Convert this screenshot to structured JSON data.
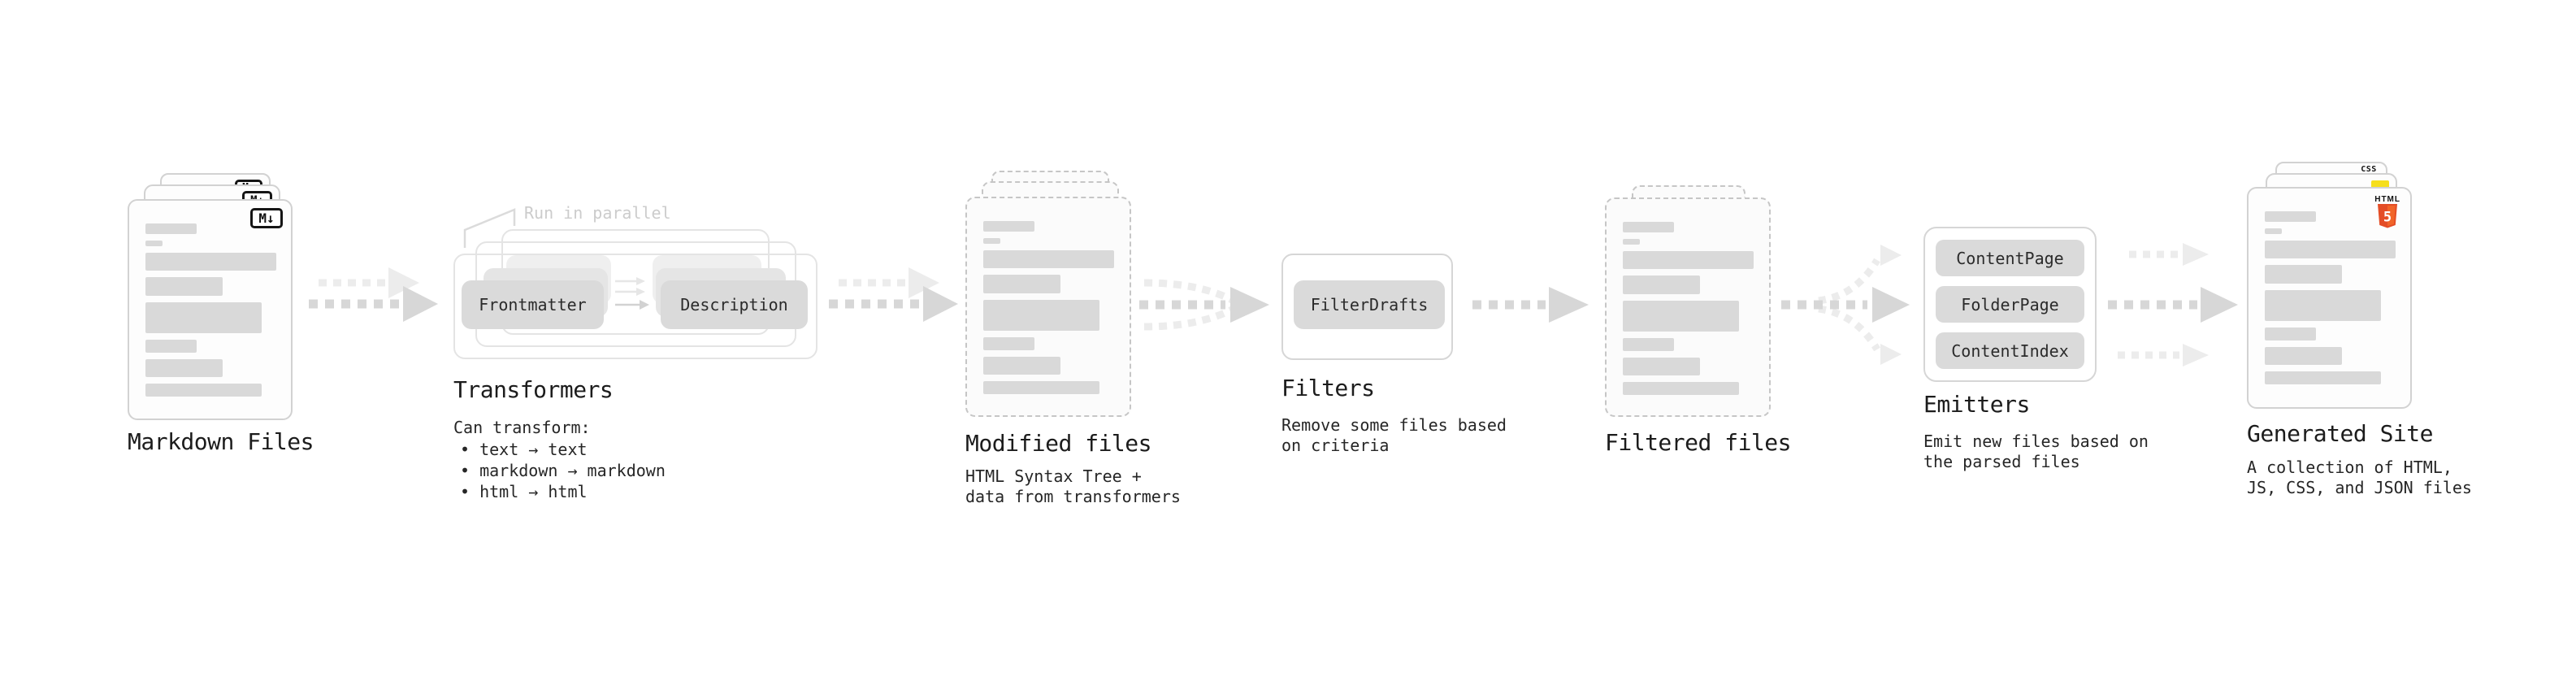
{
  "stages": {
    "markdown": {
      "label": "Markdown Files",
      "badge": "M↓"
    },
    "transformers": {
      "label": "Transformers",
      "annotation": "Run in parallel",
      "pills": [
        "Frontmatter",
        "Description"
      ],
      "desc": "Can transform:",
      "bullets": [
        "• text → text",
        "• markdown → markdown",
        "• html → html"
      ]
    },
    "modified": {
      "label": "Modified files",
      "desc_lines": [
        "HTML Syntax Tree +",
        "data from transformers"
      ]
    },
    "filters": {
      "label": "Filters",
      "pills": [
        "FilterDrafts"
      ],
      "desc_lines": [
        "Remove some files based",
        "on criteria"
      ]
    },
    "filtered": {
      "label": "Filtered files"
    },
    "emitters": {
      "label": "Emitters",
      "pills": [
        "ContentPage",
        "FolderPage",
        "ContentIndex"
      ],
      "desc_lines": [
        "Emit new files based on",
        "the parsed files"
      ]
    },
    "generated": {
      "label": "Generated Site",
      "desc_lines": [
        "A collection of HTML,",
        "JS, CSS, and JSON files"
      ],
      "badges": {
        "html_text": "HTML",
        "html_number": "5",
        "css_text": "CSS"
      }
    }
  },
  "doc_bars": [
    {
      "w": 63,
      "h": 13
    },
    {
      "w": 21,
      "h": 7
    },
    {
      "w": 161,
      "h": 22
    },
    {
      "w": 95,
      "h": 23
    },
    {
      "w": 143,
      "h": 38
    },
    {
      "w": 63,
      "h": 16
    },
    {
      "w": 95,
      "h": 22
    },
    {
      "w": 143,
      "h": 16
    }
  ],
  "colors": {
    "bar": "#d9d9d9",
    "pill": "#dadada",
    "arrow_dark": "#d7d7d7",
    "arrow_light": "#ececec",
    "html5_orange": "#e44d26",
    "html5_orange_light": "#f16529",
    "js_yellow": "#f6df1c",
    "css_blue": "#2563eb",
    "annotation_gray": "#cccccc"
  }
}
